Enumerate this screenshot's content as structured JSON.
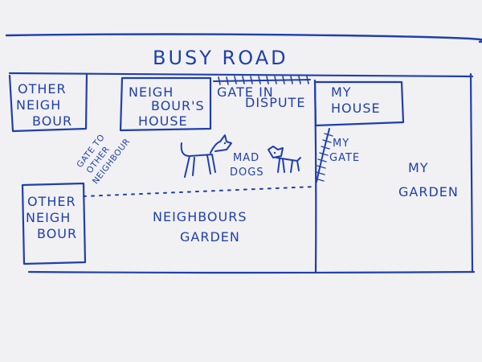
{
  "labels": {
    "road": "BUSY ROAD",
    "other_neighbour_top": [
      "OTHER",
      "NEIGH",
      "BOUR"
    ],
    "neighbours_house": [
      "NEIGH",
      "BOUR'S",
      "HOUSE"
    ],
    "gate_in_dispute": [
      "GATE IN",
      "DISPUTE"
    ],
    "my_house": [
      "MY",
      "HOUSE"
    ],
    "gate_to_other_neighbour": [
      "GATE TO",
      "OTHER",
      "NEIGHBOUR"
    ],
    "mad_dogs": [
      "MAD",
      "DOGS"
    ],
    "my_gate": [
      "MY",
      "GATE"
    ],
    "my_garden": [
      "MY",
      "GARDEN"
    ],
    "other_neighbour_bottom": [
      "OTHER",
      "NEIGH",
      "BOUR"
    ],
    "neighbours_garden": [
      "NEIGHBOURS",
      "GARDEN"
    ]
  },
  "colors": {
    "ink": "#1f3fae",
    "paper": "#f1f1f3"
  }
}
